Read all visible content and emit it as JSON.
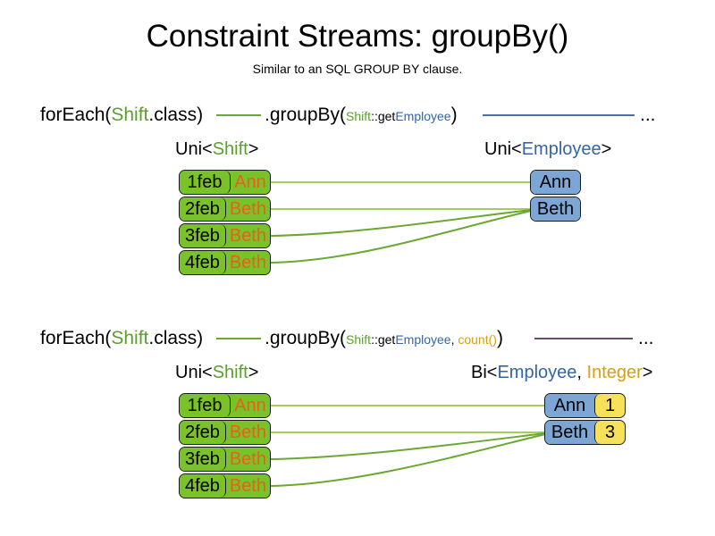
{
  "page": {
    "title": "Constraint Streams: groupBy()",
    "subtitle": "Similar to an SQL GROUP BY clause."
  },
  "colors": {
    "shift_green": "#7ac229",
    "shift_name_orange": "#e8601c",
    "employee_blue": "#7ea6d4",
    "count_yellow": "#f7e05a",
    "keyword_green": "#5aa02c",
    "keyword_blue": "#3465a4",
    "keyword_gold": "#d4a017",
    "border_dark": "#1a1a1a",
    "link_green": "#8cc63f",
    "connector_blue": "#4a6fa5",
    "connector_purple": "#6b4a6b"
  },
  "sections": [
    {
      "id": "section-groupby-single",
      "code": {
        "for_each_prefix": "forEach(",
        "for_each_type": "Shift",
        "for_each_suffix": ".class)",
        "group_by_prefix": ".groupBy(",
        "mapper_type": "Shift",
        "mapper_sep": "::",
        "mapper_method": "getEmployee",
        "group_by_suffix": ")",
        "ellipsis": "..."
      },
      "left_label": {
        "prefix": "Uni<",
        "type": "Shift",
        "suffix": ">"
      },
      "right_label": {
        "prefix": "Uni<",
        "type": "Employee",
        "suffix": ">"
      },
      "shifts": [
        {
          "date": "1feb",
          "employee": "Ann"
        },
        {
          "date": "2feb",
          "employee": "Beth"
        },
        {
          "date": "3feb",
          "employee": "Beth"
        },
        {
          "date": "4feb",
          "employee": "Beth"
        }
      ],
      "results": [
        {
          "employee": "Ann"
        },
        {
          "employee": "Beth"
        }
      ]
    },
    {
      "id": "section-groupby-count",
      "code": {
        "for_each_prefix": "forEach(",
        "for_each_type": "Shift",
        "for_each_suffix": ".class)",
        "group_by_prefix": ".groupBy(",
        "mapper_type": "Shift",
        "mapper_sep": "::",
        "mapper_method": "getEmployee",
        "arg_separator": ", ",
        "collector": "count()",
        "group_by_suffix": ")",
        "ellipsis": "..."
      },
      "left_label": {
        "prefix": "Uni<",
        "type": "Shift",
        "suffix": ">"
      },
      "right_label": {
        "prefix": "Bi<",
        "type": "Employee",
        "separator": ", ",
        "type2": "Integer",
        "suffix": ">"
      },
      "shifts": [
        {
          "date": "1feb",
          "employee": "Ann"
        },
        {
          "date": "2feb",
          "employee": "Beth"
        },
        {
          "date": "3feb",
          "employee": "Beth"
        },
        {
          "date": "4feb",
          "employee": "Beth"
        }
      ],
      "results": [
        {
          "employee": "Ann",
          "count": "1"
        },
        {
          "employee": "Beth",
          "count": "3"
        }
      ]
    }
  ]
}
